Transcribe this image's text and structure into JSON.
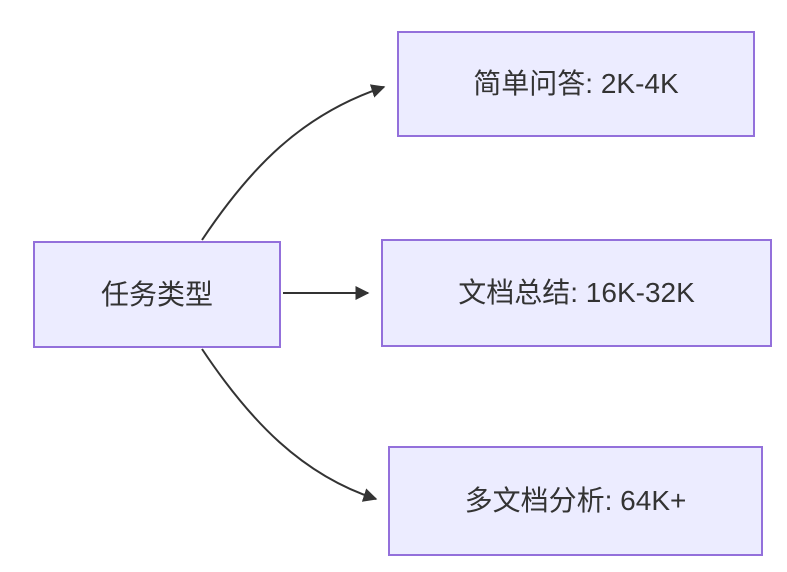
{
  "diagram": {
    "type": "flowchart",
    "direction": "left-to-right",
    "root": {
      "label": "任务类型"
    },
    "nodes": [
      {
        "id": "simple-qa",
        "label": "简单问答: 2K-4K"
      },
      {
        "id": "doc-summary",
        "label": "文档总结: 16K-32K"
      },
      {
        "id": "multi-doc",
        "label": "多文档分析: 64K+"
      }
    ],
    "edges": [
      {
        "from": "任务类型",
        "to": "简单问答: 2K-4K",
        "style": "curved-up",
        "arrow": "triangle"
      },
      {
        "from": "任务类型",
        "to": "文档总结: 16K-32K",
        "style": "straight",
        "arrow": "triangle"
      },
      {
        "from": "任务类型",
        "to": "多文档分析: 64K+",
        "style": "curved-down",
        "arrow": "triangle"
      }
    ],
    "colors": {
      "node_fill": "#ECECFF",
      "node_border": "#9370DB",
      "edge": "#333333",
      "text": "#333333",
      "background": "#FFFFFF"
    }
  }
}
